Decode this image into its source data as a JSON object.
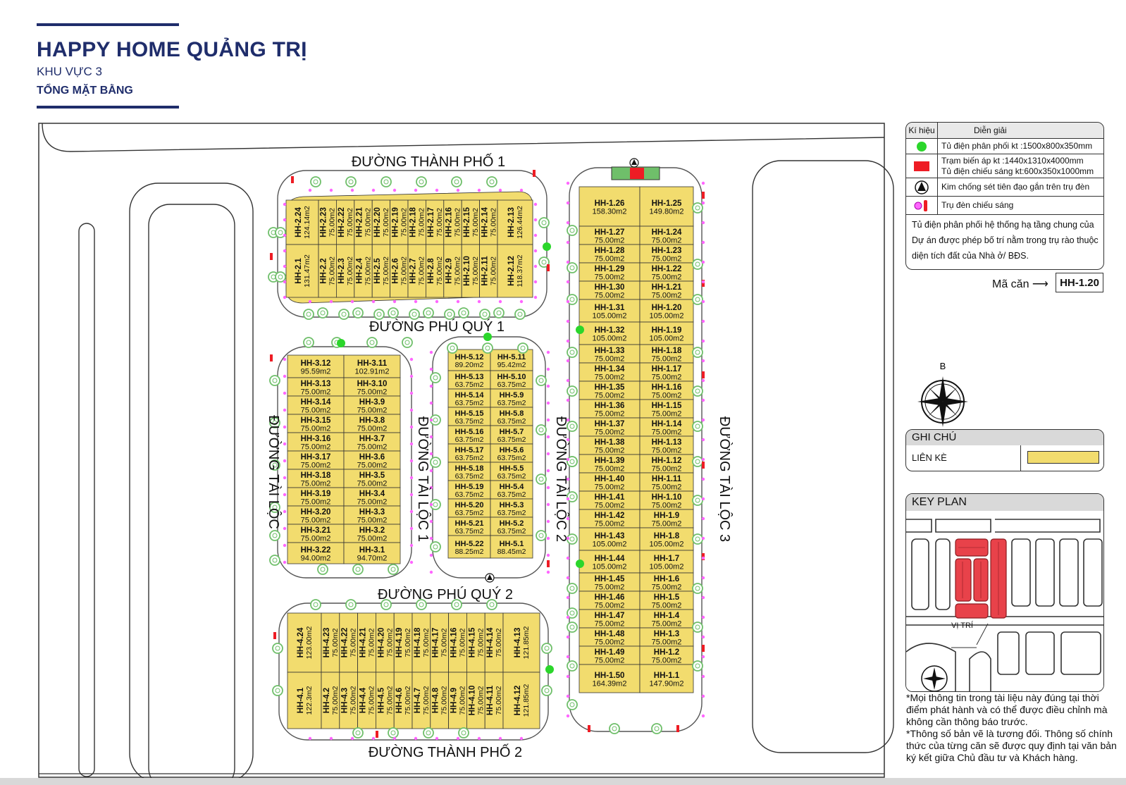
{
  "header": {
    "title": "HAPPY HOME QUẢNG TRỊ",
    "subtitle": "KHU VỰC 3",
    "subtitle2": "TỔNG MẶT BẰNG"
  },
  "roads": {
    "thanh_pho_1": "ĐƯỜNG THÀNH PHỐ 1",
    "thanh_pho_2": "ĐƯỜNG THÀNH PHỐ 2",
    "phu_quy_1": "ĐƯỜNG PHÚ QUÝ 1",
    "phu_quy_2": "ĐƯỜNG PHÚ QUÝ 2",
    "tai_loc": "ĐƯỜNG TÀI LỘC",
    "tai_loc_1": "ĐƯỜNG TÀI LỘC 1",
    "tai_loc_2": "ĐƯỜNG TÀI LỘC 2",
    "tai_loc_3": "ĐƯỜNG TÀI LỘC 3"
  },
  "blocks": {
    "b2_top": [
      [
        "HH-2.24",
        "124.14m2"
      ],
      [
        "HH-2.23",
        "75.00m2"
      ],
      [
        "HH-2.22",
        "75.00m2"
      ],
      [
        "HH-2.21",
        "75.00m2"
      ],
      [
        "HH-2.20",
        "75.00m2"
      ],
      [
        "HH-2.19",
        "75.00m2"
      ],
      [
        "HH-2.18",
        "75.00m2"
      ],
      [
        "HH-2.17",
        "75.00m2"
      ],
      [
        "HH-2.16",
        "75.00m2"
      ],
      [
        "HH-2.15",
        "75.00m2"
      ],
      [
        "HH-2.14",
        "75.00m2"
      ],
      [
        "HH-2.13",
        "126.44m2"
      ]
    ],
    "b2_bot": [
      [
        "HH-2.1",
        "131.47m2"
      ],
      [
        "HH-2.2",
        "75.00m2"
      ],
      [
        "HH-2.3",
        "75.00m2"
      ],
      [
        "HH-2.4",
        "75.00m2"
      ],
      [
        "HH-2.5",
        "75.00m2"
      ],
      [
        "HH-2.6",
        "75.00m2"
      ],
      [
        "HH-2.7",
        "75.00m2"
      ],
      [
        "HH-2.8",
        "75.00m2"
      ],
      [
        "HH-2.9",
        "75.00m2"
      ],
      [
        "HH-2.10",
        "75.00m2"
      ],
      [
        "HH-2.11",
        "75.00m2"
      ],
      [
        "HH-2.12",
        "118.37m2"
      ]
    ],
    "b4_top": [
      [
        "HH-4.24",
        "123.00m2"
      ],
      [
        "HH-4.23",
        "75.00m2"
      ],
      [
        "HH-4.22",
        "75.00m2"
      ],
      [
        "HH-4.21",
        "75.00m2"
      ],
      [
        "HH-4.20",
        "75.00m2"
      ],
      [
        "HH-4.19",
        "75.00m2"
      ],
      [
        "HH-4.18",
        "75.00m2"
      ],
      [
        "HH-4.17",
        "75.00m2"
      ],
      [
        "HH-4.16",
        "75.00m2"
      ],
      [
        "HH-4.15",
        "75.00m2"
      ],
      [
        "HH-4.14",
        "75.00m2"
      ],
      [
        "HH-4.13",
        "121.85m2"
      ]
    ],
    "b4_bot": [
      [
        "HH-4.1",
        "122.3m2"
      ],
      [
        "HH-4.2",
        "75.00m2"
      ],
      [
        "HH-4.3",
        "75.00m2"
      ],
      [
        "HH-4.4",
        "75.00m2"
      ],
      [
        "HH-4.5",
        "75.00m2"
      ],
      [
        "HH-4.6",
        "75.00m2"
      ],
      [
        "HH-4.7",
        "75.00m2"
      ],
      [
        "HH-4.8",
        "75.00m2"
      ],
      [
        "HH-4.9",
        "75.00m2"
      ],
      [
        "HH-4.10",
        "75.00m2"
      ],
      [
        "HH-4.11",
        "75.00m2"
      ],
      [
        "HH-4.12",
        "121.85m2"
      ]
    ],
    "b3_left": [
      [
        "HH-3.12",
        "95.59m2"
      ],
      [
        "HH-3.13",
        "75.00m2"
      ],
      [
        "HH-3.14",
        "75.00m2"
      ],
      [
        "HH-3.15",
        "75.00m2"
      ],
      [
        "HH-3.16",
        "75.00m2"
      ],
      [
        "HH-3.17",
        "75.00m2"
      ],
      [
        "HH-3.18",
        "75.00m2"
      ],
      [
        "HH-3.19",
        "75.00m2"
      ],
      [
        "HH-3.20",
        "75.00m2"
      ],
      [
        "HH-3.21",
        "75.00m2"
      ],
      [
        "HH-3.22",
        "94.00m2"
      ]
    ],
    "b3_right": [
      [
        "HH-3.11",
        "102.91m2"
      ],
      [
        "HH-3.10",
        "75.00m2"
      ],
      [
        "HH-3.9",
        "75.00m2"
      ],
      [
        "HH-3.8",
        "75.00m2"
      ],
      [
        "HH-3.7",
        "75.00m2"
      ],
      [
        "HH-3.6",
        "75.00m2"
      ],
      [
        "HH-3.5",
        "75.00m2"
      ],
      [
        "HH-3.4",
        "75.00m2"
      ],
      [
        "HH-3.3",
        "75.00m2"
      ],
      [
        "HH-3.2",
        "75.00m2"
      ],
      [
        "HH-3.1",
        "94.70m2"
      ]
    ],
    "b5_left": [
      [
        "HH-5.12",
        "89.20m2"
      ],
      [
        "HH-5.13",
        "63.75m2"
      ],
      [
        "HH-5.14",
        "63.75m2"
      ],
      [
        "HH-5.15",
        "63.75m2"
      ],
      [
        "HH-5.16",
        "63.75m2"
      ],
      [
        "HH-5.17",
        "63.75m2"
      ],
      [
        "HH-5.18",
        "63.75m2"
      ],
      [
        "HH-5.19",
        "63.75m2"
      ],
      [
        "HH-5.20",
        "63.75m2"
      ],
      [
        "HH-5.21",
        "63.75m2"
      ],
      [
        "HH-5.22",
        "88.25m2"
      ]
    ],
    "b5_right": [
      [
        "HH-5.11",
        "95.42m2"
      ],
      [
        "HH-5.10",
        "63.75m2"
      ],
      [
        "HH-5.9",
        "63.75m2"
      ],
      [
        "HH-5.8",
        "63.75m2"
      ],
      [
        "HH-5.7",
        "63.75m2"
      ],
      [
        "HH-5.6",
        "63.75m2"
      ],
      [
        "HH-5.5",
        "63.75m2"
      ],
      [
        "HH-5.4",
        "63.75m2"
      ],
      [
        "HH-5.3",
        "63.75m2"
      ],
      [
        "HH-5.2",
        "63.75m2"
      ],
      [
        "HH-5.1",
        "88.45m2"
      ]
    ],
    "b1_left": [
      [
        "HH-1.26",
        "158.30m2"
      ],
      [
        "HH-1.27",
        "75.00m2"
      ],
      [
        "HH-1.28",
        "75.00m2"
      ],
      [
        "HH-1.29",
        "75.00m2"
      ],
      [
        "HH-1.30",
        "75.00m2"
      ],
      [
        "HH-1.31",
        "105.00m2"
      ],
      [
        "HH-1.32",
        "105.00m2"
      ],
      [
        "HH-1.33",
        "75.00m2"
      ],
      [
        "HH-1.34",
        "75.00m2"
      ],
      [
        "HH-1.35",
        "75.00m2"
      ],
      [
        "HH-1.36",
        "75.00m2"
      ],
      [
        "HH-1.37",
        "75.00m2"
      ],
      [
        "HH-1.38",
        "75.00m2"
      ],
      [
        "HH-1.39",
        "75.00m2"
      ],
      [
        "HH-1.40",
        "75.00m2"
      ],
      [
        "HH-1.41",
        "75.00m2"
      ],
      [
        "HH-1.42",
        "75.00m2"
      ],
      [
        "HH-1.43",
        "105.00m2"
      ],
      [
        "HH-1.44",
        "105.00m2"
      ],
      [
        "HH-1.45",
        "75.00m2"
      ],
      [
        "HH-1.46",
        "75.00m2"
      ],
      [
        "HH-1.47",
        "75.00m2"
      ],
      [
        "HH-1.48",
        "75.00m2"
      ],
      [
        "HH-1.49",
        "75.00m2"
      ],
      [
        "HH-1.50",
        "164.39m2"
      ]
    ],
    "b1_right": [
      [
        "HH-1.25",
        "149.80m2"
      ],
      [
        "HH-1.24",
        "75.00m2"
      ],
      [
        "HH-1.23",
        "75.00m2"
      ],
      [
        "HH-1.22",
        "75.00m2"
      ],
      [
        "HH-1.21",
        "75.00m2"
      ],
      [
        "HH-1.20",
        "105.00m2"
      ],
      [
        "HH-1.19",
        "105.00m2"
      ],
      [
        "HH-1.18",
        "75.00m2"
      ],
      [
        "HH-1.17",
        "75.00m2"
      ],
      [
        "HH-1.16",
        "75.00m2"
      ],
      [
        "HH-1.15",
        "75.00m2"
      ],
      [
        "HH-1.14",
        "75.00m2"
      ],
      [
        "HH-1.13",
        "75.00m2"
      ],
      [
        "HH-1.12",
        "75.00m2"
      ],
      [
        "HH-1.11",
        "75.00m2"
      ],
      [
        "HH-1.10",
        "75.00m2"
      ],
      [
        "HH-1.9",
        "75.00m2"
      ],
      [
        "HH-1.8",
        "105.00m2"
      ],
      [
        "HH-1.7",
        "105.00m2"
      ],
      [
        "HH-1.6",
        "75.00m2"
      ],
      [
        "HH-1.5",
        "75.00m2"
      ],
      [
        "HH-1.4",
        "75.00m2"
      ],
      [
        "HH-1.3",
        "75.00m2"
      ],
      [
        "HH-1.2",
        "75.00m2"
      ],
      [
        "HH-1.1",
        "147.90m2"
      ]
    ]
  },
  "legend": {
    "col_symbol": "Kí hiệu",
    "col_desc": "Diễn giải",
    "items": [
      "Tủ điện phân phối kt :1500x800x350mm",
      "Trạm biến áp kt     :1440x1310x4000mm",
      "Tủ điện chiếu sáng kt:600x350x1000mm",
      "Kim chống sét tiên đạo gắn trên trụ đèn",
      "Trụ đèn chiếu sáng"
    ],
    "note": "Tủ điện phân phối hệ thống hạ tầng chung của Dự án được phép bố trí nằm trong trụ rào thuộc diện tích đất của Nhà ở/ BĐS."
  },
  "ma_can": {
    "label": "Mã căn",
    "example": "HH-1.20"
  },
  "compass": {
    "north": "B"
  },
  "ghi_chu": {
    "title": "GHI CHÚ",
    "row": "LIÊN KÈ"
  },
  "key_plan": {
    "title": "KEY PLAN",
    "label": "VỊ TRÍ"
  },
  "disclaimer": "*Mọi thông tin trong tài liệu này đúng tại thời điểm phát hành và có thể được điều chỉnh mà không cần thông báo trước.\n*Thông số bản vẽ là tương đối. Thông số chính thức của từng căn sẽ được quy định tại văn bản ký kết giữa Chủ đầu tư và Khách hàng.",
  "colors": {
    "lot": "#f2dc6e",
    "block_outline": "#555555",
    "tree": "#6fbf6a",
    "power_box": "#2bd62b",
    "transformer": "#ee1c24",
    "title_blue": "#1f2d6b",
    "key_highlight": "#e8424a"
  }
}
